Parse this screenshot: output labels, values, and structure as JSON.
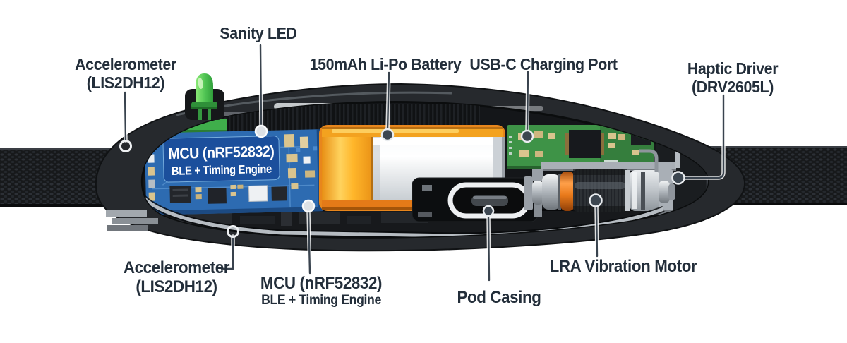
{
  "diagram": {
    "labels": {
      "sanity_led": "Sanity LED",
      "accelerometer_top_line1": "Accelerometer",
      "accelerometer_top_line2": "(LIS2DH12)",
      "battery": "150mAh Li-Po Battery",
      "usb_c_port": "USB-C Charging Port",
      "haptic_driver_line1": "Haptic Driver",
      "haptic_driver_line2": "(DRV2605L)",
      "accelerometer_bottom_line1": "Accelerometer",
      "accelerometer_bottom_line2": "(LIS2DH12)",
      "mcu_line1": "MCU (nRF52832)",
      "mcu_line2": "BLE + Timing Engine",
      "pod_casing": "Pod Casing",
      "lra_motor": "LRA Vibration Motor"
    },
    "board_print": {
      "mcu_line1": "MCU (nRF52832)",
      "mcu_line2": "BLE + Timing Engine"
    },
    "colors": {
      "label_text": "#232e3a",
      "leader_line": "#39434e",
      "casing": "#26292d",
      "cavity": "#141619",
      "strap": "#17191b",
      "board_blue": "#2d6bb1",
      "board_panel_blue": "#1b4f9c",
      "battery_orange": "#f3a21f",
      "battery_label_silver": "#e8ebee",
      "pcb_green": "#3e9347",
      "led_green": "#4fc353",
      "motor_orange": "#e97a1b",
      "silver_liner": "#b6bcc2"
    }
  }
}
